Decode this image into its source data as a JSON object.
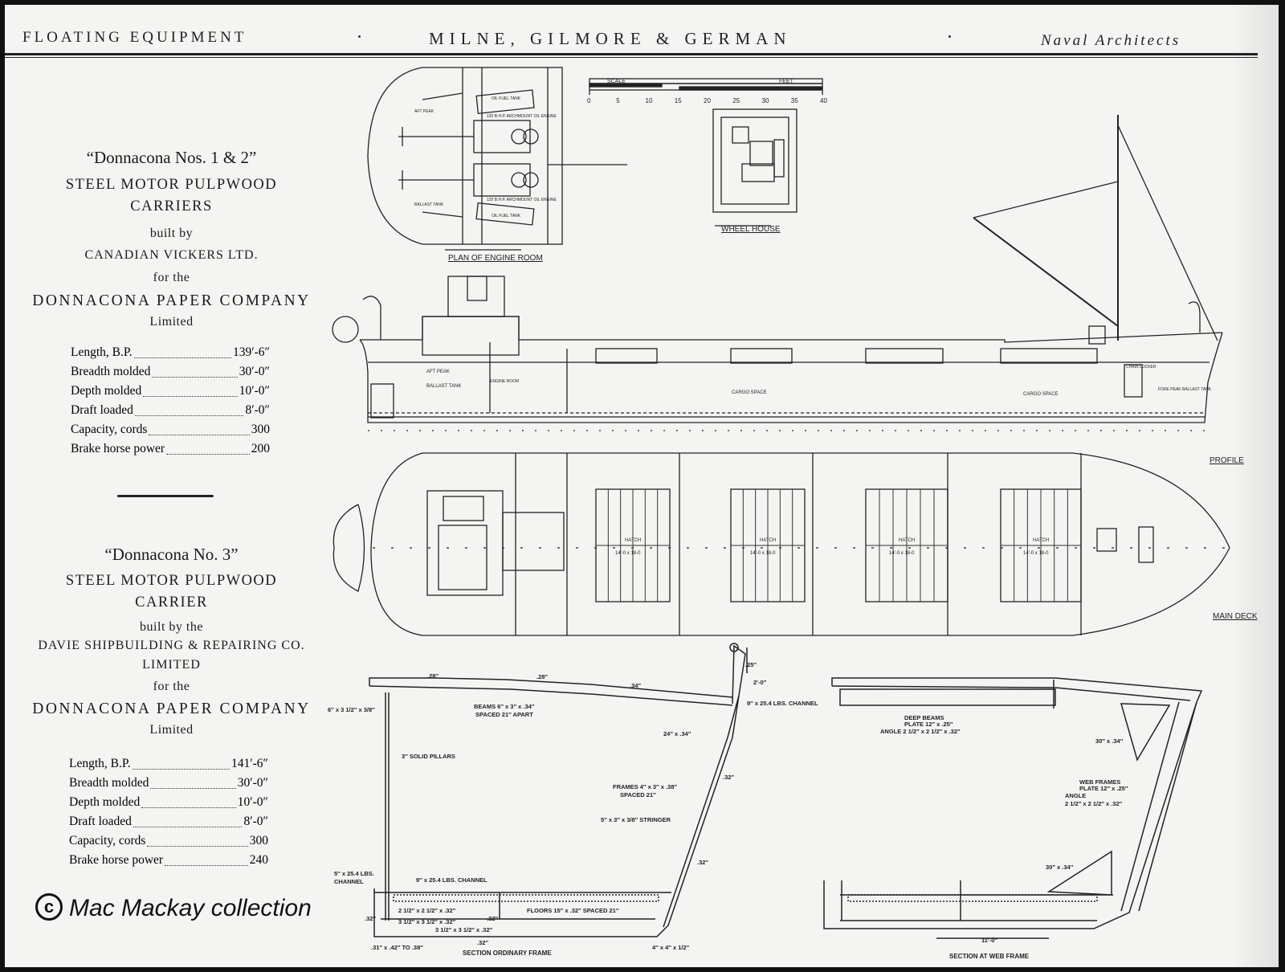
{
  "header": {
    "left": "FLOATING EQUIPMENT",
    "center": "MILNE, GILMORE & GERMAN",
    "right": "Naval Architects"
  },
  "vessel1": {
    "name": "“Donnacona Nos. 1 & 2”",
    "type_line1": "STEEL MOTOR PULPWOOD",
    "type_line2": "CARRIERS",
    "built_by_label": "built by",
    "builder": "CANADIAN VICKERS LTD.",
    "for_label": "for the",
    "owner": "DONNACONA PAPER COMPANY",
    "owner_suffix": "Limited",
    "specs": [
      {
        "label": "Length, B.P.",
        "value": "139′-6″"
      },
      {
        "label": "Breadth molded",
        "value": "30′-0″"
      },
      {
        "label": "Depth molded",
        "value": "10′-0″"
      },
      {
        "label": "Draft loaded",
        "value": "8′-0″"
      },
      {
        "label": "Capacity, cords",
        "value": "300"
      },
      {
        "label": "Brake horse power",
        "value": "200"
      }
    ]
  },
  "vessel2": {
    "name": "“Donnacona No. 3”",
    "type_line1": "STEEL MOTOR PULPWOOD",
    "type_line2": "CARRIER",
    "built_by_label": "built by the",
    "builder_line1": "DAVIE SHIPBUILDING & REPAIRING CO.",
    "builder_line2": "LIMITED",
    "for_label": "for the",
    "owner": "DONNACONA PAPER COMPANY",
    "owner_suffix": "Limited",
    "specs": [
      {
        "label": "Length, B.P.",
        "value": "141′-6″"
      },
      {
        "label": "Breadth molded",
        "value": "30′-0″"
      },
      {
        "label": "Depth molded",
        "value": "10′-0″"
      },
      {
        "label": "Draft loaded",
        "value": "8′-0″"
      },
      {
        "label": "Capacity, cords",
        "value": "300"
      },
      {
        "label": "Brake horse power",
        "value": "240"
      }
    ]
  },
  "copyright": "Mac Mackay collection",
  "drawing": {
    "engine_room_label": "PLAN OF ENGINE ROOM",
    "wheel_house_label": "WHEEL HOUSE",
    "profile_label": "PROFILE",
    "main_deck_label": "MAIN DECK",
    "scale_label": "SCALE",
    "feet_label": "FEET",
    "scale_ticks": [
      "0",
      "5",
      "10",
      "15",
      "20",
      "25",
      "30",
      "35",
      "40"
    ],
    "engine_labels": [
      "OIL FUEL TANK",
      "120 B.H.P. ARCHMOUNT OIL ENGINE",
      "120 B.H.P. ARCHMOUNT OIL ENGINE",
      "OIL FUEL TANK",
      "AFT PEAK",
      "BALLAST TANK"
    ],
    "profile_labels": [
      "AFT PEAK",
      "BALLAST TANK",
      "ENGINE ROOM",
      "CARGO SPACE",
      "CARGO SPACE",
      "FORE PEAK BALLAST TANK",
      "CHAIN LOCKER"
    ],
    "hatch_label": "HATCH",
    "hatch_size": "14′-0 x 18-0",
    "ord_frame_title": "SECTION ORDINARY FRAME",
    "web_frame_title": "SECTION AT WEB FRAME",
    "ord_labels": [
      ".28″",
      ".28″",
      ".34″",
      "6″ x 3 1/2″ x 3/8″",
      "BEAMS 6″ x 3″ x .34″",
      "SPACED 21″ APART",
      "9″ x 25.4 LBS. CHANNEL",
      ".25″",
      "2′-0″",
      "24″ x .34″",
      "3″ SOLID PILLARS",
      ".32″",
      "FRAMES 4″ x 3″ x .38″",
      "SPACED 21″",
      "5″ x 3″ x 3/8″ STRINGER",
      ".32″",
      "5″ x 25.4 LBS.",
      "CHANNEL",
      "9″ x 25.4 LBS. CHANNEL",
      "2 1/2″ x 2 1/2″ x .32″",
      "FLOORS 15″ x .32″ SPACED 21″",
      ".32″",
      "3 1/2″ x 3 1/2″ x .32″",
      "3 1/2″ x 3 1/2″ x .32″",
      ".32″",
      ".32″",
      ".31″ x .42″ TO .38″",
      "4″ x 4″ x 1/2″"
    ],
    "web_labels": [
      "DEEP BEAMS",
      "PLATE 12″ x .25″",
      "ANGLE 2 1/2″ x 2 1/2″ x .32″",
      "30″ x .34″",
      "WEB FRAMES",
      "PLATE 12″ x .25″",
      "ANGLE",
      "2 1/2″ x 2 1/2″ x .32″",
      "30″ x .34″",
      "11′-0″"
    ]
  }
}
